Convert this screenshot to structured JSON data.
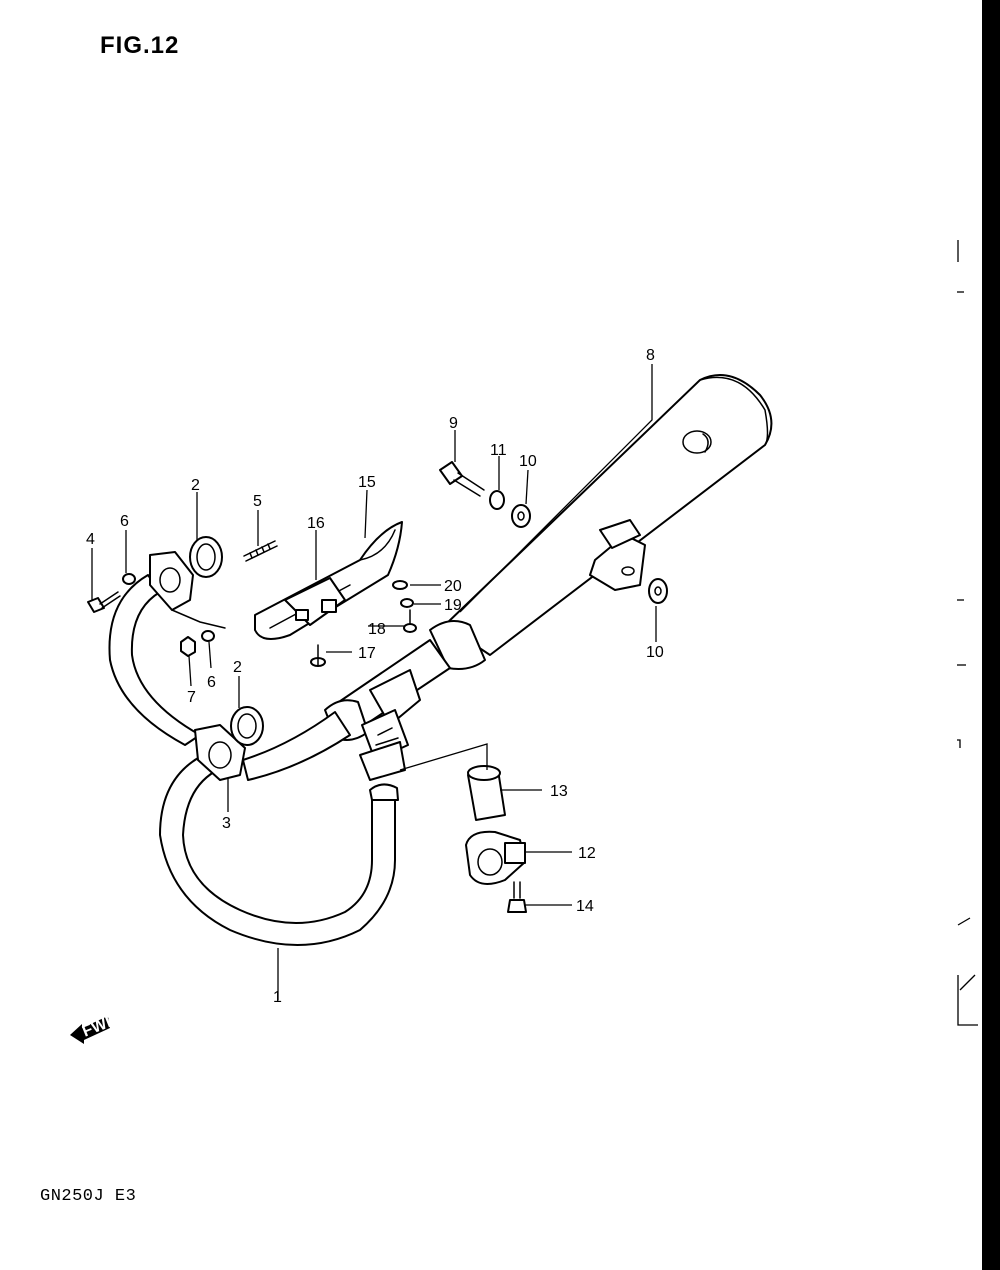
{
  "figure": {
    "title": "FIG.12",
    "model_code": "GN250J E3"
  },
  "fwd_arrow": {
    "label": "FWD"
  },
  "callouts": [
    {
      "key": "c1",
      "number": "1",
      "part": "exhaust-pipe"
    },
    {
      "key": "c2a",
      "number": "2",
      "part": "exhaust-gasket"
    },
    {
      "key": "c2b",
      "number": "2",
      "part": "exhaust-gasket"
    },
    {
      "key": "c3",
      "number": "3",
      "part": "exhaust-pipe-flange"
    },
    {
      "key": "c4",
      "number": "4",
      "part": "bolt"
    },
    {
      "key": "c5",
      "number": "5",
      "part": "stud"
    },
    {
      "key": "c6a",
      "number": "6",
      "part": "washer"
    },
    {
      "key": "c6b",
      "number": "6",
      "part": "washer"
    },
    {
      "key": "c7",
      "number": "7",
      "part": "nut"
    },
    {
      "key": "c8",
      "number": "8",
      "part": "muffler"
    },
    {
      "key": "c9",
      "number": "9",
      "part": "bolt"
    },
    {
      "key": "c10a",
      "number": "10",
      "part": "washer"
    },
    {
      "key": "c10b",
      "number": "10",
      "part": "washer"
    },
    {
      "key": "c11",
      "number": "11",
      "part": "lock-washer"
    },
    {
      "key": "c12",
      "number": "12",
      "part": "clamp"
    },
    {
      "key": "c13",
      "number": "13",
      "part": "connector-cap"
    },
    {
      "key": "c14",
      "number": "14",
      "part": "clamp-bolt"
    },
    {
      "key": "c15",
      "number": "15",
      "part": "heat-shield"
    },
    {
      "key": "c16",
      "number": "16",
      "part": "bracket"
    },
    {
      "key": "c17",
      "number": "17",
      "part": "screw"
    },
    {
      "key": "c18",
      "number": "18",
      "part": "screw"
    },
    {
      "key": "c19",
      "number": "19",
      "part": "washer"
    },
    {
      "key": "c20",
      "number": "20",
      "part": "washer"
    }
  ]
}
